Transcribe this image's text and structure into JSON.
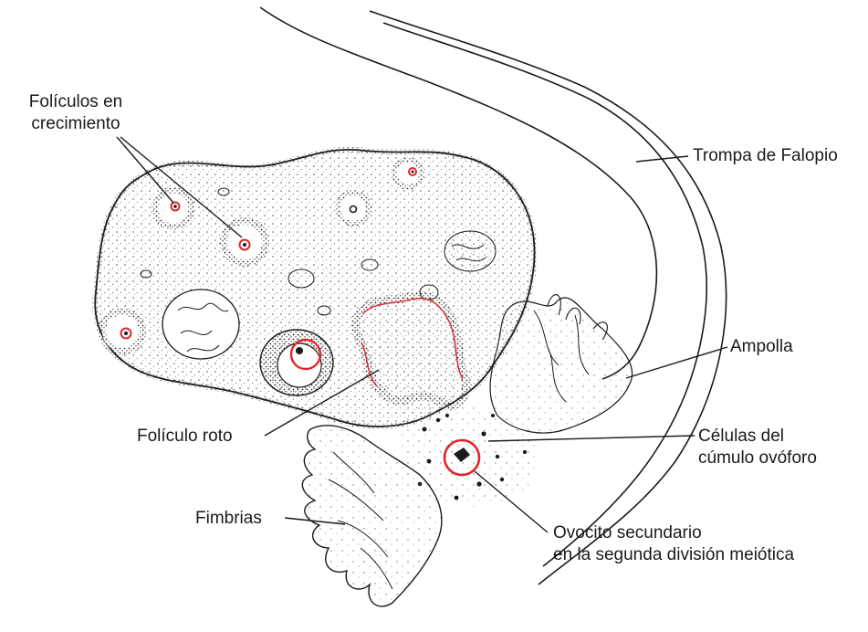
{
  "labels": {
    "growing_follicles": [
      "Folículos en",
      "crecimiento"
    ],
    "fallopian_tube": "Trompa de Falopio",
    "ampulla": "Ampolla",
    "ruptured_follicle": "Folículo roto",
    "cumulus_cells": [
      "Células del",
      "cúmulo ovóforo"
    ],
    "fimbriae": "Fimbrias",
    "secondary_oocyte": [
      "Ovocito secundario",
      "en la segunda división meiótica"
    ]
  },
  "colors": {
    "ink": "#1a1a1a",
    "highlight": "#e0262b",
    "tissue_fill": "#f4f4f4"
  }
}
